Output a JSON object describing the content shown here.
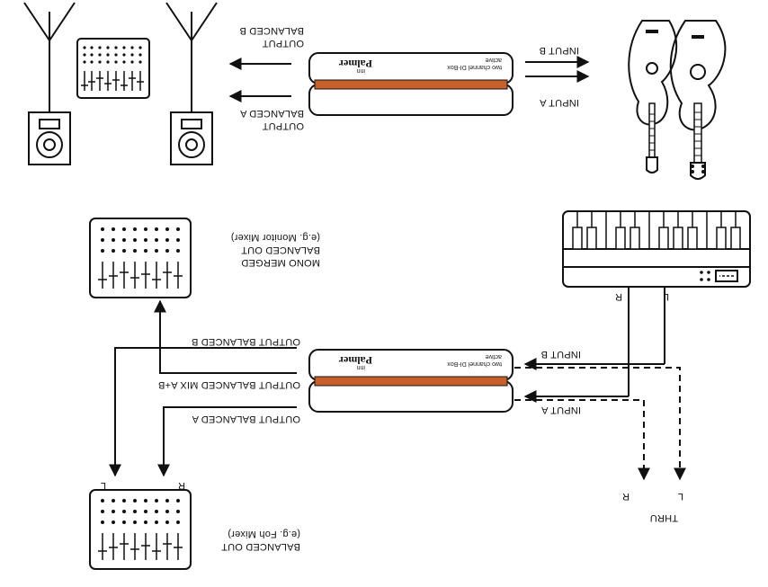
{
  "dibox": {
    "brand": "Palmer",
    "sub": "inn",
    "model_line1": "two channel DI-Box",
    "model_line2": "active"
  },
  "top": {
    "input_a": "INPUT A",
    "input_b": "INPUT B",
    "output_a_line1": "OUTPUT",
    "output_a_line2": "BALANCED A",
    "output_b_line1": "OUTPUT",
    "output_b_line2": "BALANCED B"
  },
  "bottom": {
    "input_a": "INPUT A",
    "input_b": "INPUT B",
    "keyboard_l": "L",
    "keyboard_r": "R",
    "thru": "THRU",
    "thru_l": "L",
    "thru_r": "R",
    "out_bal_a": "OUTPUT BALANCED A",
    "out_bal_b": "OUTPUT BALANCED B",
    "out_mix": "OUTPUT BALANCED MIX A+B",
    "mono_line1": "MONO MERGED",
    "mono_line2": "BALANCED OUT",
    "mono_line3": "(e.g. Monitor Mixer)",
    "foh_line1": "BALANCED OUT",
    "foh_line2": "(e.g. Foh Mixer)",
    "mixer_l": "L",
    "mixer_r": "R"
  },
  "colors": {
    "accent": "#c8602a",
    "line": "#111111"
  }
}
